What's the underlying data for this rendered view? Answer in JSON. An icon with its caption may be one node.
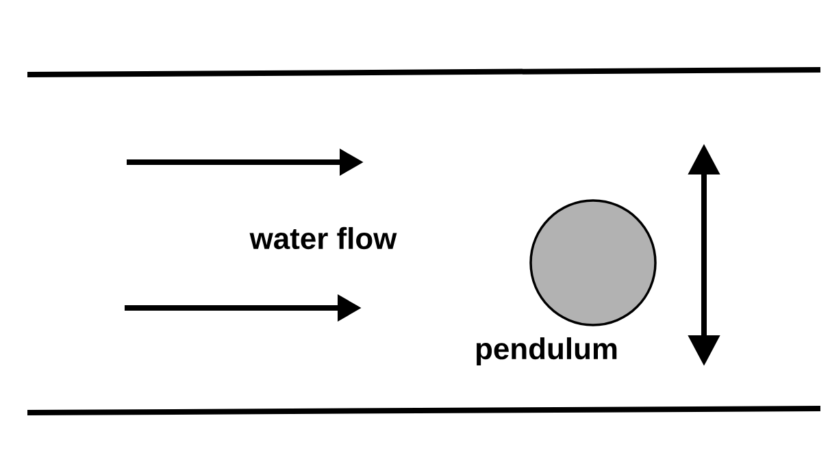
{
  "diagram": {
    "nodes": [
      {
        "text": [],
        "shape": "circle",
        "beside": [
          "pendulum"
        ]
      }
    ],
    "labels": [
      "water flow"
    ]
  }
}
